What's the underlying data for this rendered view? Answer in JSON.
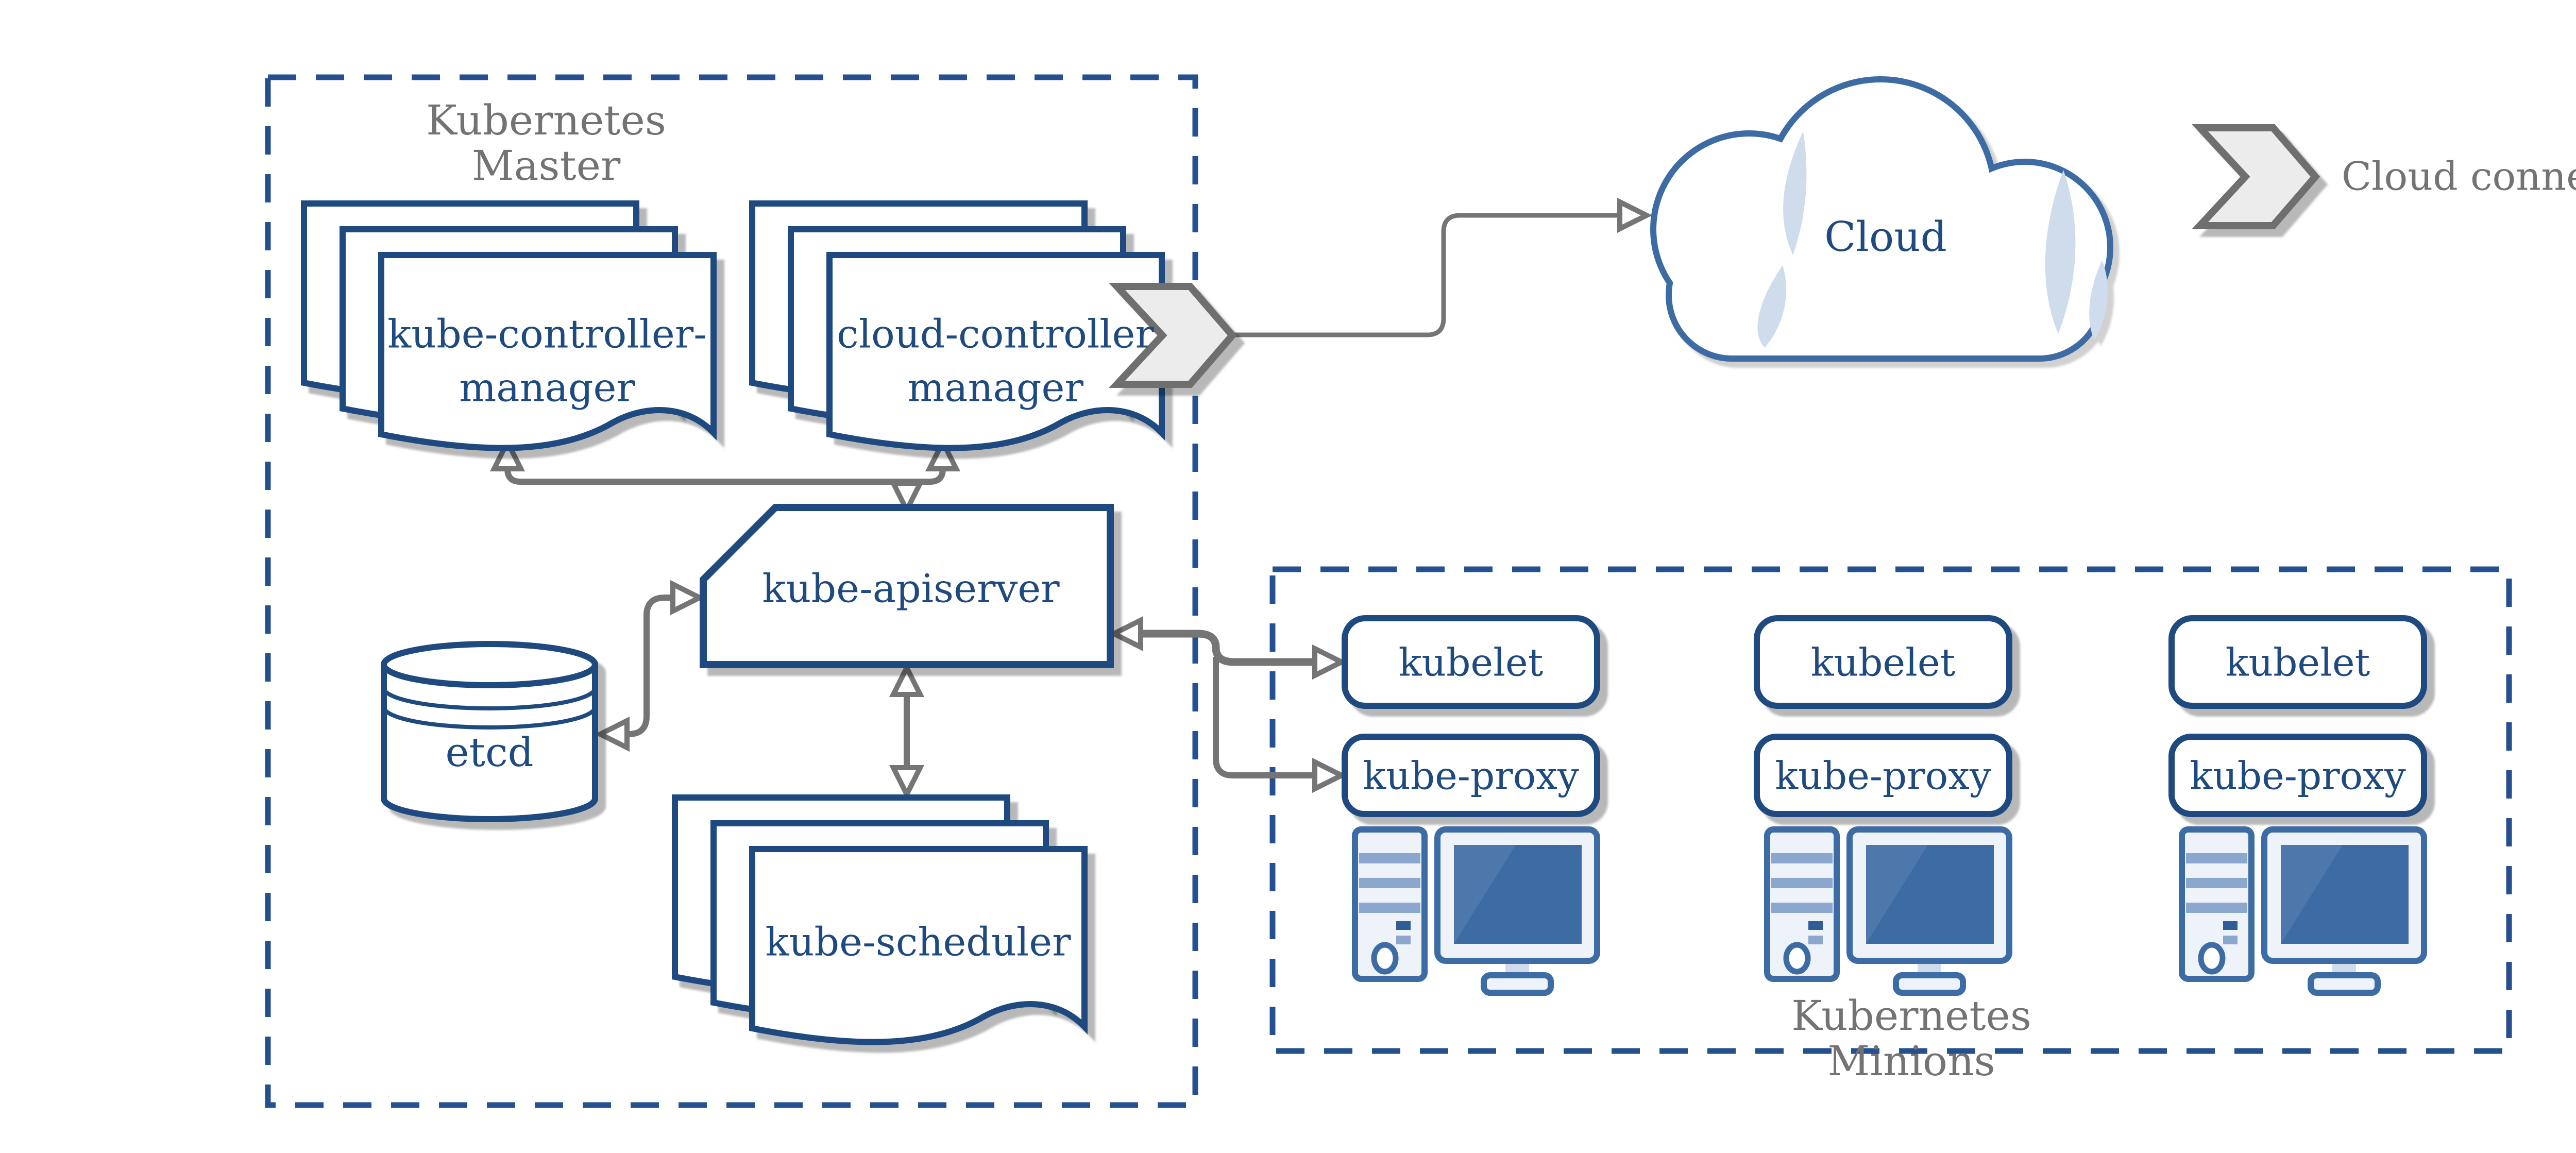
{
  "colors": {
    "navy": "#1e4a80",
    "blue": "#3d6ba3",
    "dashblue": "#24508f",
    "gray": "#757575",
    "graytext": "#737373",
    "chevfill": "#ececec",
    "chevstroke": "#6f6f6f",
    "crescent": "#cfdcec",
    "pcfill": "#eef3fa",
    "pcstripe": "#8ba7cd",
    "screen": "#3d6ba3",
    "screenhi": "#4e78ab"
  },
  "master": {
    "title1": "Kubernetes",
    "title2": "Master",
    "kube_controller_manager": {
      "line1": "kube-controller-",
      "line2": "manager"
    },
    "cloud_controller_manager": {
      "line1": "cloud-controller",
      "line2": "manager"
    },
    "kube_apiserver": "kube-apiserver",
    "etcd": "etcd",
    "kube_scheduler": "kube-scheduler"
  },
  "cloud": {
    "label": "Cloud"
  },
  "legend": {
    "label": "Cloud connector"
  },
  "minions": {
    "title1": "Kubernetes",
    "title2": "Minions",
    "nodes": [
      {
        "kubelet": "kubelet",
        "kube_proxy": "kube-proxy"
      },
      {
        "kubelet": "kubelet",
        "kube_proxy": "kube-proxy"
      },
      {
        "kubelet": "kubelet",
        "kube_proxy": "kube-proxy"
      }
    ]
  }
}
